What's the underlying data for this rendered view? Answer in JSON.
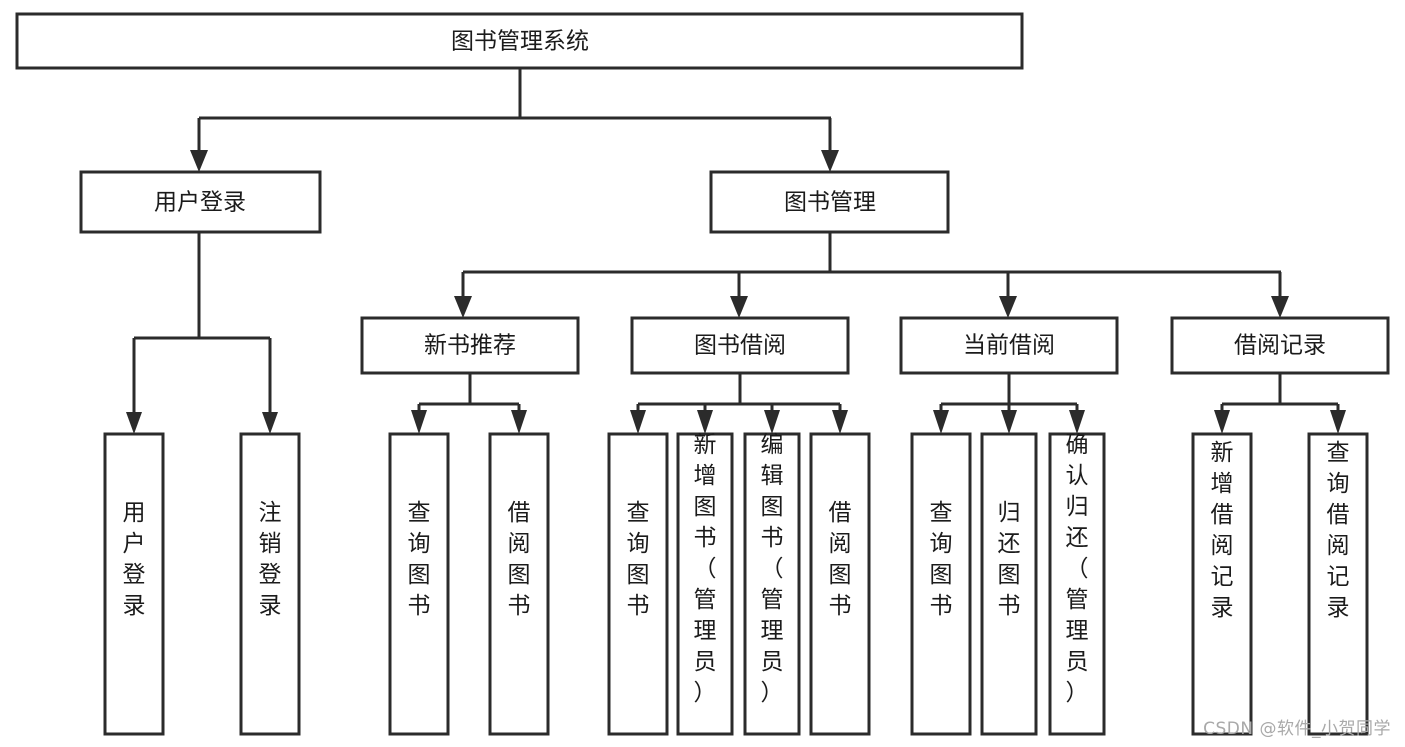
{
  "diagram": {
    "title": "图书管理系统",
    "type": "tree-hierarchy-chart",
    "watermark": "CSDN @软件_小贺同学",
    "colors": {
      "stroke": "#2b2b2b",
      "box_fill": "#ffffff",
      "text": "#1b1b1b",
      "background": "#ffffff",
      "watermark": "#a9a9a9"
    },
    "levels": {
      "root": {
        "label": "图书管理系统",
        "orientation": "horizontal"
      },
      "level2": [
        {
          "label": "用户登录",
          "orientation": "horizontal"
        },
        {
          "label": "图书管理",
          "orientation": "horizontal"
        }
      ],
      "level3": [
        {
          "label": "新书推荐",
          "orientation": "horizontal"
        },
        {
          "label": "图书借阅",
          "orientation": "horizontal"
        },
        {
          "label": "当前借阅",
          "orientation": "horizontal"
        },
        {
          "label": "借阅记录",
          "orientation": "horizontal"
        }
      ],
      "leaves": [
        {
          "label": "用户登录",
          "orientation": "vertical",
          "parent": "用户登录"
        },
        {
          "label": "注销登录",
          "orientation": "vertical",
          "parent": "用户登录"
        },
        {
          "label": "查询图书",
          "orientation": "vertical",
          "parent": "新书推荐"
        },
        {
          "label": "借阅图书",
          "orientation": "vertical",
          "parent": "新书推荐"
        },
        {
          "label": "查询图书",
          "orientation": "vertical",
          "parent": "图书借阅"
        },
        {
          "label": "新增图书（管理员）",
          "orientation": "vertical",
          "parent": "图书借阅"
        },
        {
          "label": "编辑图书（管理员）",
          "orientation": "vertical",
          "parent": "图书借阅"
        },
        {
          "label": "借阅图书",
          "orientation": "vertical",
          "parent": "图书借阅"
        },
        {
          "label": "查询图书",
          "orientation": "vertical",
          "parent": "当前借阅"
        },
        {
          "label": "归还图书",
          "orientation": "vertical",
          "parent": "当前借阅"
        },
        {
          "label": "确认归还（管理员）",
          "orientation": "vertical",
          "parent": "当前借阅"
        },
        {
          "label": "新增借阅记录",
          "orientation": "vertical",
          "parent": "借阅记录"
        },
        {
          "label": "查询借阅记录",
          "orientation": "vertical",
          "parent": "借阅记录"
        }
      ]
    },
    "nodes": {
      "root": "图书管理系统",
      "user_login": "用户登录",
      "book_manage": "图书管理",
      "new_book_rec": "新书推荐",
      "book_borrow": "图书借阅",
      "current_borrow": "当前借阅",
      "borrow_record": "借阅记录",
      "leaf_user_login": "用户登录",
      "leaf_logout": "注销登录",
      "leaf_query_book_1": "查询图书",
      "leaf_borrow_book_1": "借阅图书",
      "leaf_query_book_2": "查询图书",
      "leaf_add_book_admin": "新增图书（管理员）",
      "leaf_edit_book_admin": "编辑图书（管理员）",
      "leaf_borrow_book_2": "借阅图书",
      "leaf_query_book_3": "查询图书",
      "leaf_return_book": "归还图书",
      "leaf_confirm_return_admin": "确认归还（管理员）",
      "leaf_add_borrow_record": "新增借阅记录",
      "leaf_query_borrow_record": "查询借阅记录"
    }
  }
}
